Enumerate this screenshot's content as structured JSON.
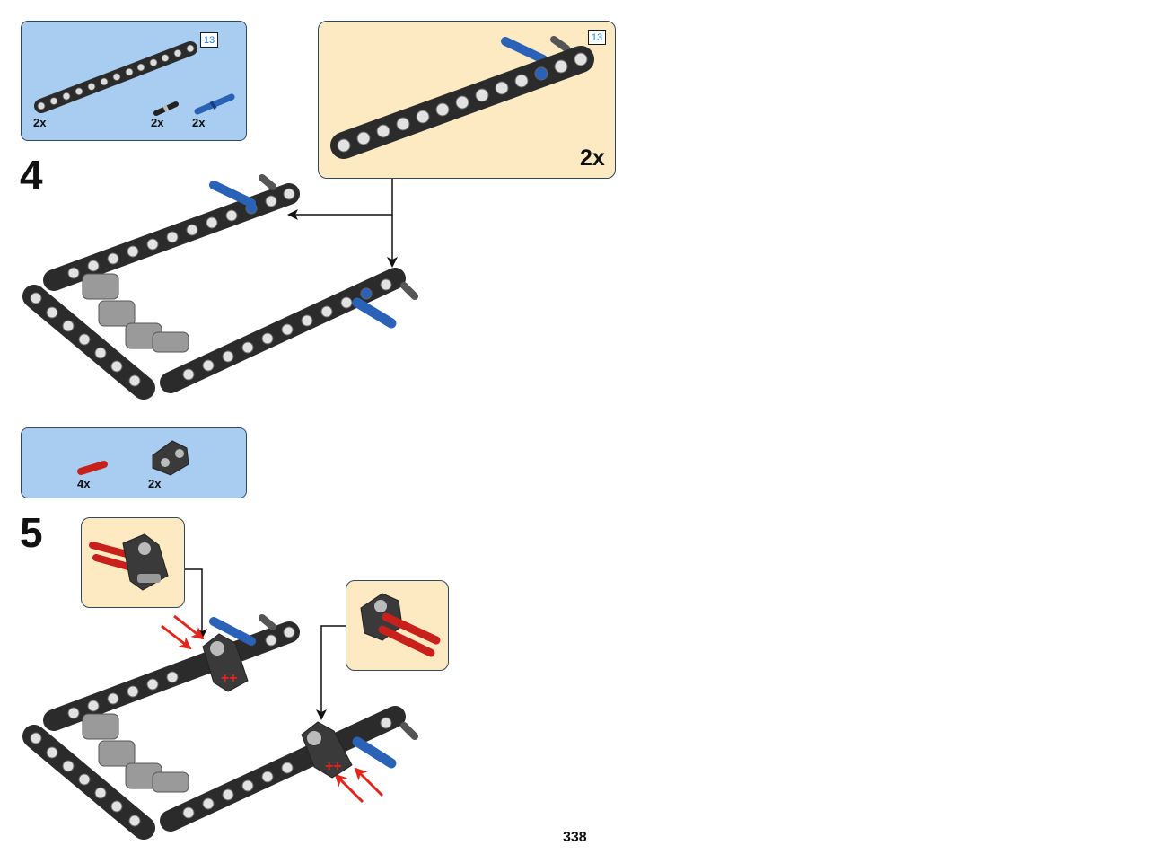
{
  "page": {
    "number": "338"
  },
  "step4": {
    "number": "4",
    "parts": [
      {
        "item": "beam-13",
        "qty": "2x"
      },
      {
        "item": "black-pin",
        "qty": "2x"
      },
      {
        "item": "blue-axle-pin",
        "qty": "2x"
      }
    ],
    "beam_length_badge": "13",
    "subassembly": {
      "qty": "2x",
      "beam_length_badge": "13"
    }
  },
  "step5": {
    "number": "5",
    "parts": [
      {
        "item": "red-axle",
        "qty": "4x"
      },
      {
        "item": "connector-block",
        "qty": "2x"
      }
    ]
  },
  "colors": {
    "parts_box": "#a9cdf0",
    "subassembly_box": "#fdeac2",
    "beam": "#2b2b2b",
    "blue_pin": "#2a62b8",
    "red_axle": "#c8211b",
    "arrow_red": "#e0261c"
  }
}
